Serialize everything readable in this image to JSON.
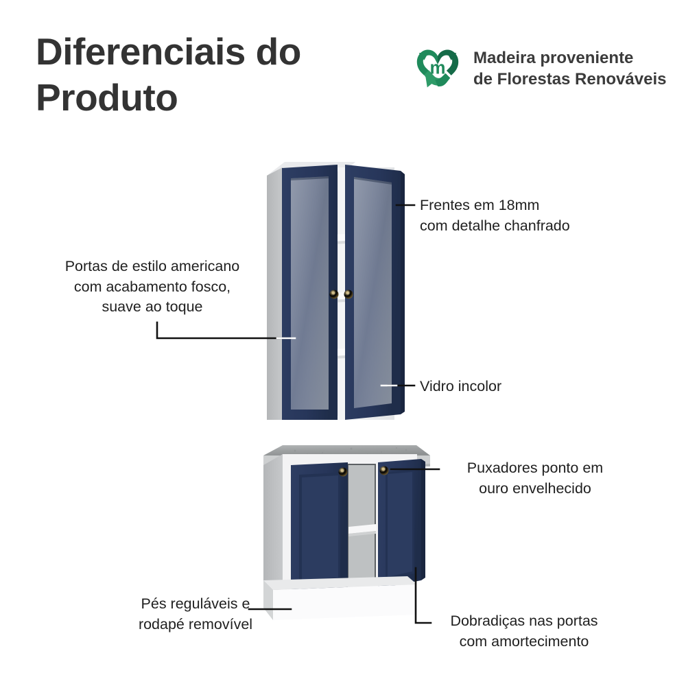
{
  "header": {
    "title": "Diferenciais do\nProduto",
    "logo": {
      "icon": "heart-recycle-icon",
      "monogram": "m",
      "text": "Madeira proveniente\nde Florestas Renováveis",
      "color_dark": "#156b48",
      "color_mid": "#1f8a5b",
      "color_light": "#2e9b68"
    }
  },
  "callouts": [
    {
      "id": "frentes",
      "text": "Frentes em 18mm\ncom detalhe chanfrado",
      "align": "right"
    },
    {
      "id": "portas",
      "text": "Portas de estilo americano\ncom acabamento fosco,\nsuave ao toque",
      "align": "center"
    },
    {
      "id": "vidro",
      "text": "Vidro incolor",
      "align": "right"
    },
    {
      "id": "puxadores",
      "text": "Puxadores ponto em\nouro envelhecido",
      "align": "center"
    },
    {
      "id": "pes",
      "text": "Pés reguláveis e\nrodapé removível",
      "align": "center"
    },
    {
      "id": "dobradicas",
      "text": "Dobradiças nas portas\ncom amortecimento",
      "align": "center"
    }
  ],
  "product": {
    "name": "kitchen-cabinet-set",
    "colors": {
      "door_navy": "#2a3a5c",
      "door_navy_dark": "#203049",
      "door_navy_light": "#35456b",
      "carcass_white": "#f2f2f2",
      "side_gray": "#b9bbbd",
      "interior_white": "#eceeef",
      "shelf_white": "#fafafa",
      "countertop_gray": "#9fa2a3",
      "countertop_edge": "#cfd1d2",
      "knob_gold": "#9d8347",
      "knob_gold_light": "#c4a968",
      "glass": "#dfe2e4",
      "line": "#111111"
    },
    "upper_cabinet": {
      "shelves": 3,
      "doors": 2,
      "knobs": 2
    },
    "lower_cabinet": {
      "doors": 2,
      "knobs": 2,
      "shelves": 1,
      "plinth": true
    }
  }
}
